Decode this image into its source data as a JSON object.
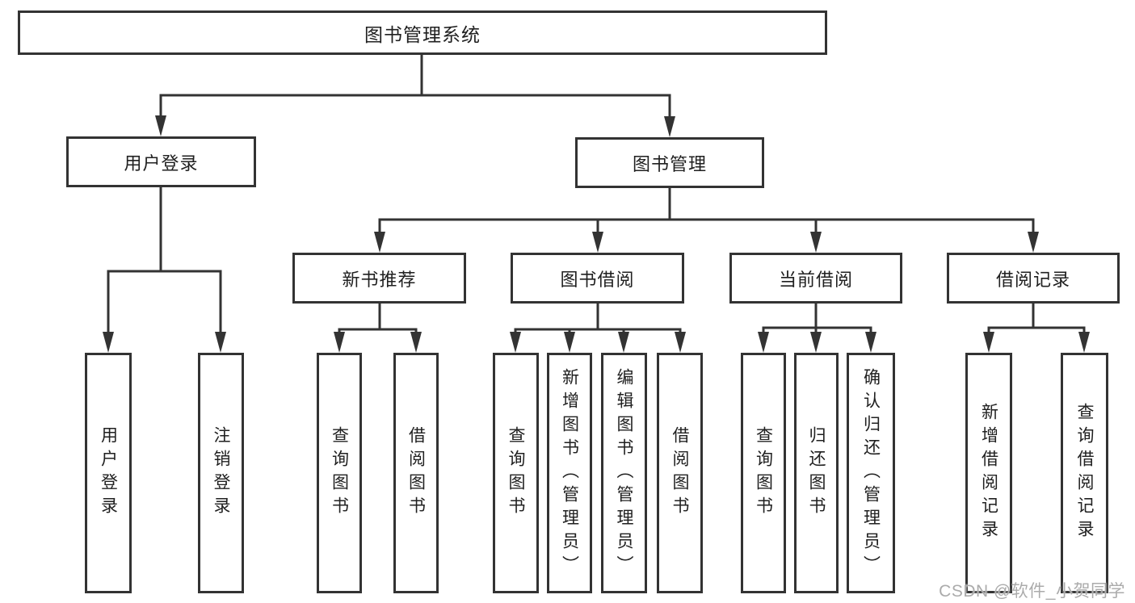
{
  "diagram": {
    "type": "hierarchy-tree",
    "root": {
      "label": "图书管理系统"
    },
    "level2": [
      {
        "label": "用户登录",
        "parent": "图书管理系统"
      },
      {
        "label": "图书管理",
        "parent": "图书管理系统"
      }
    ],
    "level3": [
      {
        "label": "新书推荐",
        "parent": "图书管理"
      },
      {
        "label": "图书借阅",
        "parent": "图书管理"
      },
      {
        "label": "当前借阅",
        "parent": "图书管理"
      },
      {
        "label": "借阅记录",
        "parent": "图书管理"
      }
    ],
    "leaves": [
      {
        "label": "用户登录",
        "parent": "用户登录"
      },
      {
        "label": "注销登录",
        "parent": "用户登录"
      },
      {
        "label": "查询图书",
        "parent": "新书推荐"
      },
      {
        "label": "借阅图书",
        "parent": "新书推荐"
      },
      {
        "label": "查询图书",
        "parent": "图书借阅"
      },
      {
        "label": "新增图书（管理员）",
        "parent": "图书借阅"
      },
      {
        "label": "编辑图书（管理员）",
        "parent": "图书借阅"
      },
      {
        "label": "借阅图书",
        "parent": "图书借阅"
      },
      {
        "label": "查询图书",
        "parent": "当前借阅"
      },
      {
        "label": "归还图书",
        "parent": "当前借阅"
      },
      {
        "label": "确认归还（管理员）",
        "parent": "当前借阅"
      },
      {
        "label": "新增借阅记录",
        "parent": "借阅记录"
      },
      {
        "label": "查询借阅记录",
        "parent": "借阅记录"
      }
    ]
  },
  "watermark": {
    "text": "CSDN @软件_小贺同学"
  },
  "colors": {
    "line": "#333333",
    "text": "#202020",
    "background": "#ffffff",
    "watermark": "#ababab"
  }
}
